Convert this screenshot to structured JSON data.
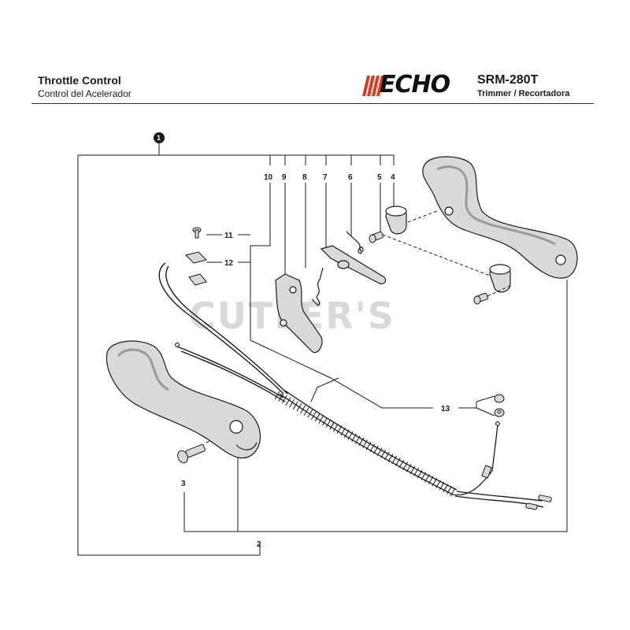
{
  "header": {
    "title": "Throttle Control",
    "subtitle": "Control del Acelerador",
    "brand": "ECHO",
    "model": "SRM-280T",
    "model_sub": "Trimmer / Recortadora"
  },
  "watermark": "CUTLER'S",
  "callouts": {
    "assembly": "1",
    "c2": "2",
    "c3": "3",
    "c4": "4",
    "c5": "5",
    "c6": "6",
    "c7": "7",
    "c8": "8",
    "c9": "9",
    "c10": "10",
    "c11": "11",
    "c12": "12",
    "c13": "13"
  },
  "colors": {
    "line": "#1a1a1a",
    "brand_red": "#e03a1e",
    "part_fill": "#d9d9d9",
    "part_dark": "#9a9a9a"
  }
}
